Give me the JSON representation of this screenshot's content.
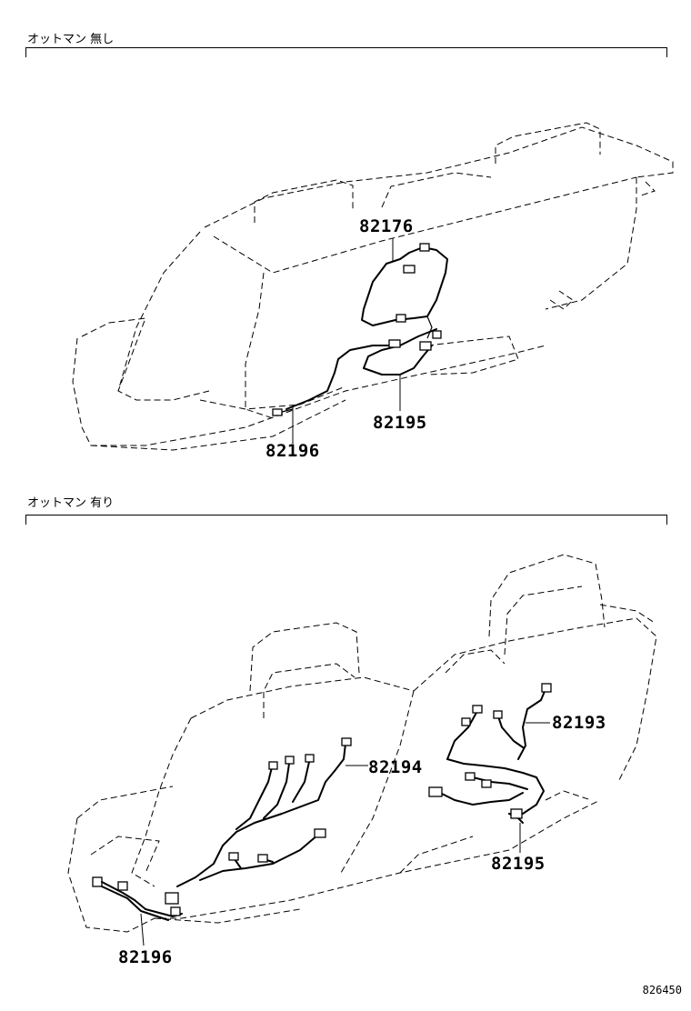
{
  "sections": [
    {
      "label": "オットマン 無し",
      "parts": [
        "82176",
        "82195",
        "82196"
      ]
    },
    {
      "label": "オットマン 有り",
      "parts": [
        "82193",
        "82194",
        "82195",
        "82196"
      ]
    }
  ],
  "figure_id": "826450"
}
